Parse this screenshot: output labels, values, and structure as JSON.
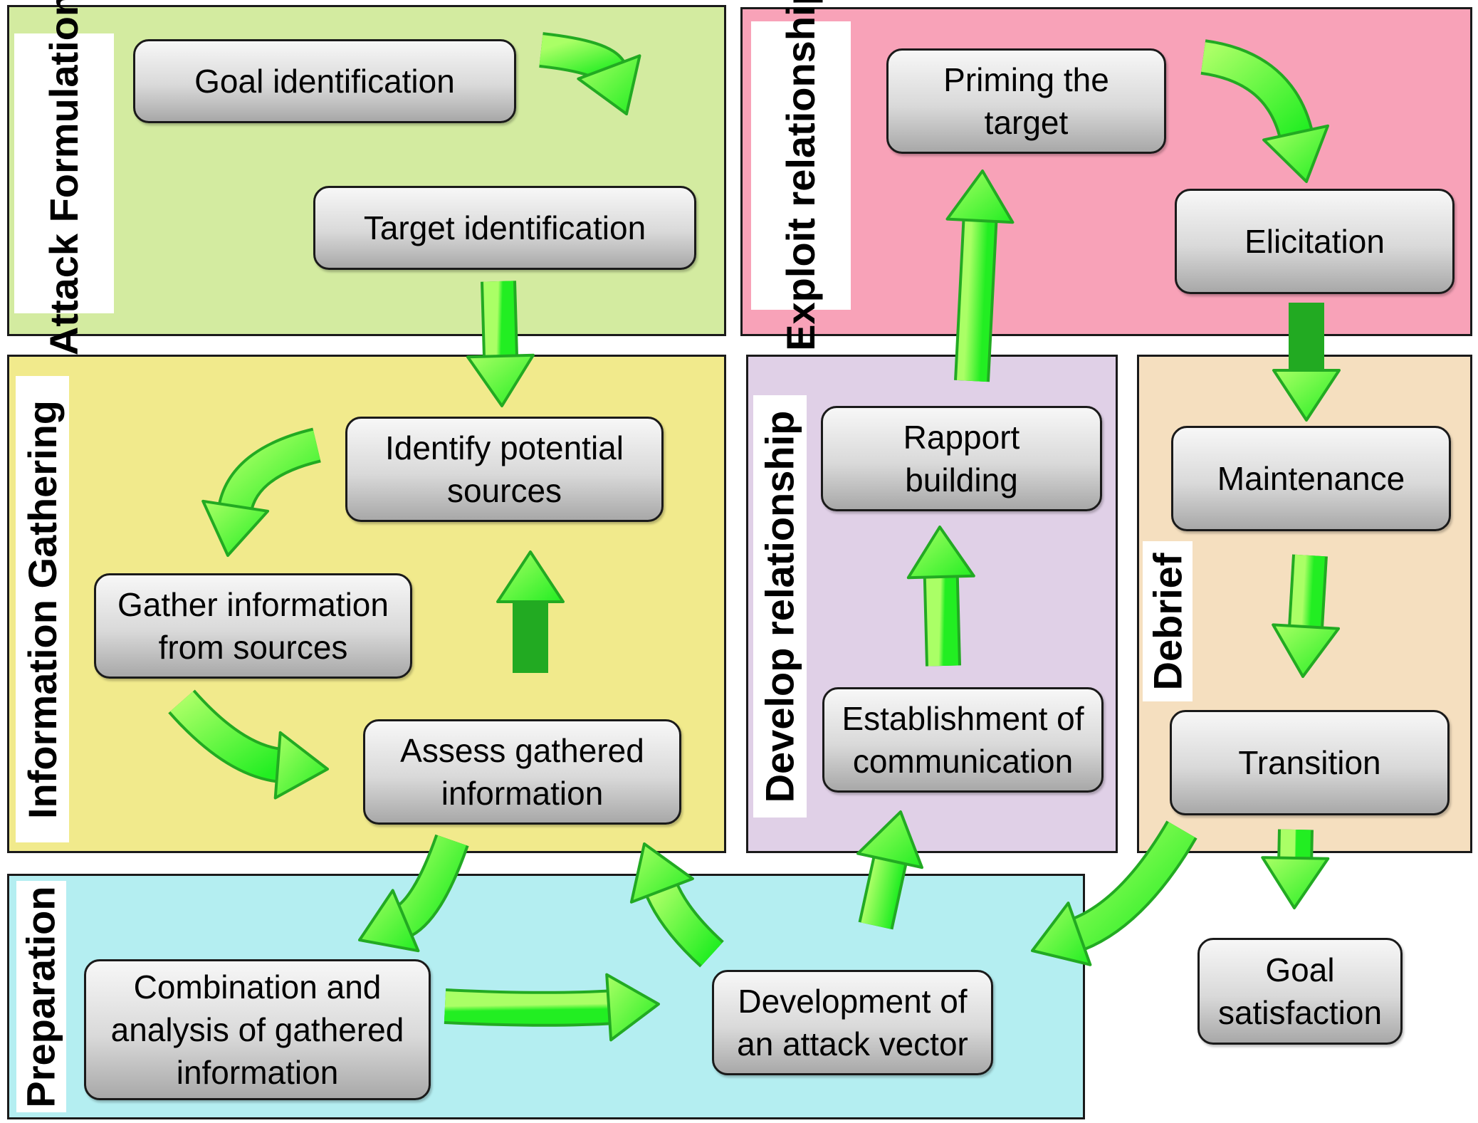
{
  "colors": {
    "attack_formulation": "#d3eba0",
    "exploit_relationship": "#f8a2b8",
    "information_gathering": "#f1ea8c",
    "develop_relationship": "#e0d0e7",
    "debrief": "#f5dfbf",
    "preparation": "#b4eef1",
    "arrow_fill": "#22ee22",
    "arrow_highlight": "#aaff66",
    "arrow_outline": "#22aa22"
  },
  "regions": {
    "attack_formulation": "Attack\nFormulation",
    "exploit_relationship": "Exploit\nrelationship",
    "information_gathering": "Information Gathering",
    "develop_relationship": "Develop relationship",
    "debrief": "Debrief",
    "preparation": "Preparation"
  },
  "steps": {
    "goal_identification": "Goal identification",
    "target_identification": "Target identification",
    "identify_potential_sources": "Identify potential\nsources",
    "gather_information": "Gather information\nfrom sources",
    "assess_gathered_information": "Assess gathered\ninformation",
    "combination_analysis": "Combination and\nanalysis of gathered\ninformation",
    "development_attack_vector": "Development of\nan attack vector",
    "establishment_communication": "Establishment of\ncommunication",
    "rapport_building": "Rapport\nbuilding",
    "priming_target": "Priming the\ntarget",
    "elicitation": "Elicitation",
    "maintenance": "Maintenance",
    "transition": "Transition",
    "goal_satisfaction": "Goal\nsatisfaction"
  }
}
